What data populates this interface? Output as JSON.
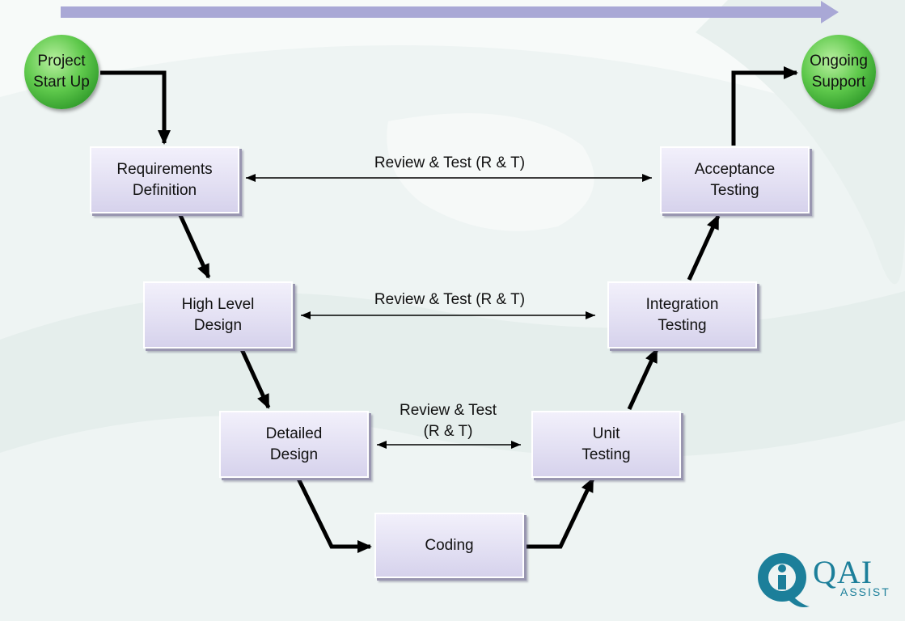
{
  "start": {
    "line1": "Project",
    "line2": "Start Up"
  },
  "end": {
    "line1": "Ongoing",
    "line2": "Support"
  },
  "stages": {
    "requirements": {
      "line1": "Requirements",
      "line2": "Definition"
    },
    "high_level": {
      "line1": "High Level",
      "line2": "Design"
    },
    "detailed": {
      "line1": "Detailed",
      "line2": "Design"
    },
    "coding": {
      "line1": "Coding"
    },
    "unit": {
      "line1": "Unit",
      "line2": "Testing"
    },
    "integration": {
      "line1": "Integration",
      "line2": "Testing"
    },
    "acceptance": {
      "line1": "Acceptance",
      "line2": "Testing"
    }
  },
  "reviews": {
    "top": {
      "line1": "Review & Test (R & T)"
    },
    "middle": {
      "line1": "Review & Test (R & T)"
    },
    "bottom": {
      "line1": "Review & Test",
      "line2": "(R & T)"
    }
  },
  "logo": {
    "name": "QAI",
    "sub": "ASSIST",
    "icon": "qai-logo-icon"
  },
  "colors": {
    "stage_fill": "#e3e0f3",
    "start_end_fill": "#5fc94c",
    "timeline_arrow": "#a9a8d6",
    "logo": "#1c7f9a"
  }
}
